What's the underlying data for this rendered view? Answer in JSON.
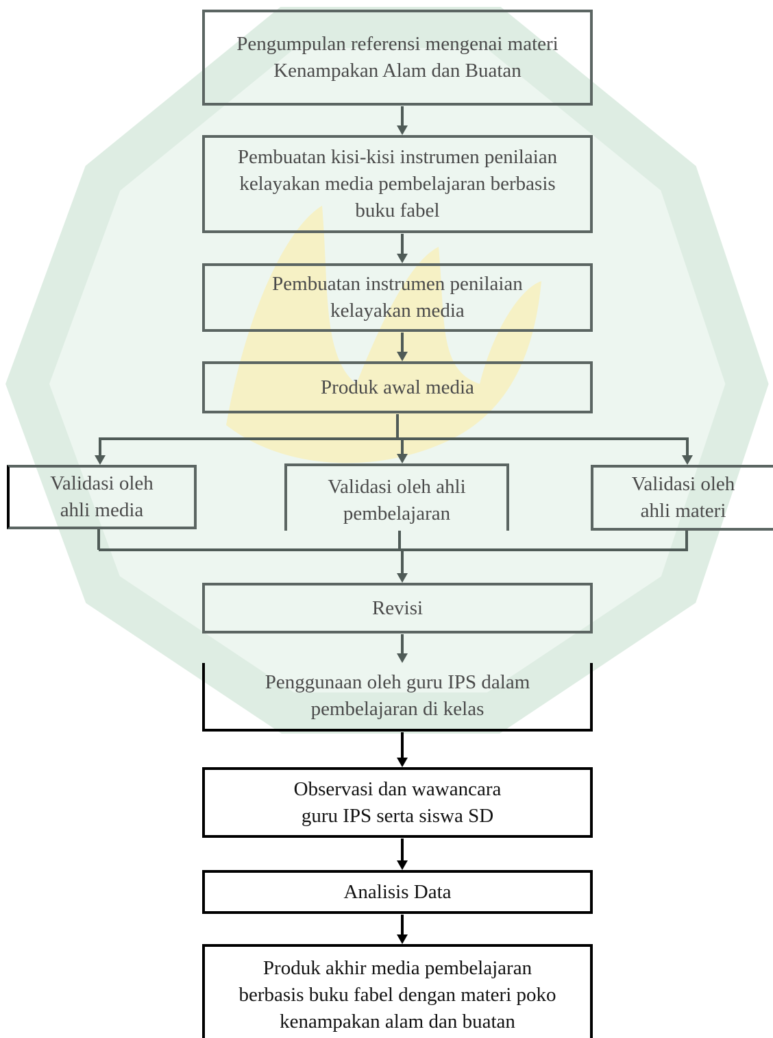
{
  "colors": {
    "arrow_grey": "#4f5b57",
    "arrow_black": "#000000",
    "watermark_green": "#e6f2ea",
    "watermark_gold": "#f6efb8"
  },
  "steps": {
    "s1": [
      "Pengumpulan referensi mengenai materi",
      "Kenampakan Alam dan Buatan"
    ],
    "s2": [
      "Pembuatan kisi-kisi instrumen penilaian",
      "kelayakan media pembelajaran berbasis",
      "buku fabel"
    ],
    "s3": [
      "Pembuatan instrumen penilaian",
      "kelayakan media"
    ],
    "s4": [
      "Produk awal media"
    ],
    "v_media": [
      "Validasi oleh",
      "ahli media"
    ],
    "v_pembelajaran": [
      "Validasi oleh ahli",
      "pembelajaran"
    ],
    "v_materi": [
      "Validasi oleh",
      "ahli materi"
    ],
    "s5": [
      "Revisi"
    ],
    "s6": [
      "Penggunaan oleh guru IPS dalam",
      "pembelajaran di kelas"
    ],
    "s7": [
      "Observasi dan wawancara",
      "guru IPS serta siswa SD"
    ],
    "s8": [
      "Analisis Data"
    ],
    "s9": [
      "Produk akhir media pembelajaran",
      "berbasis buku fabel dengan materi poko",
      "kenampakan alam dan buatan"
    ]
  }
}
